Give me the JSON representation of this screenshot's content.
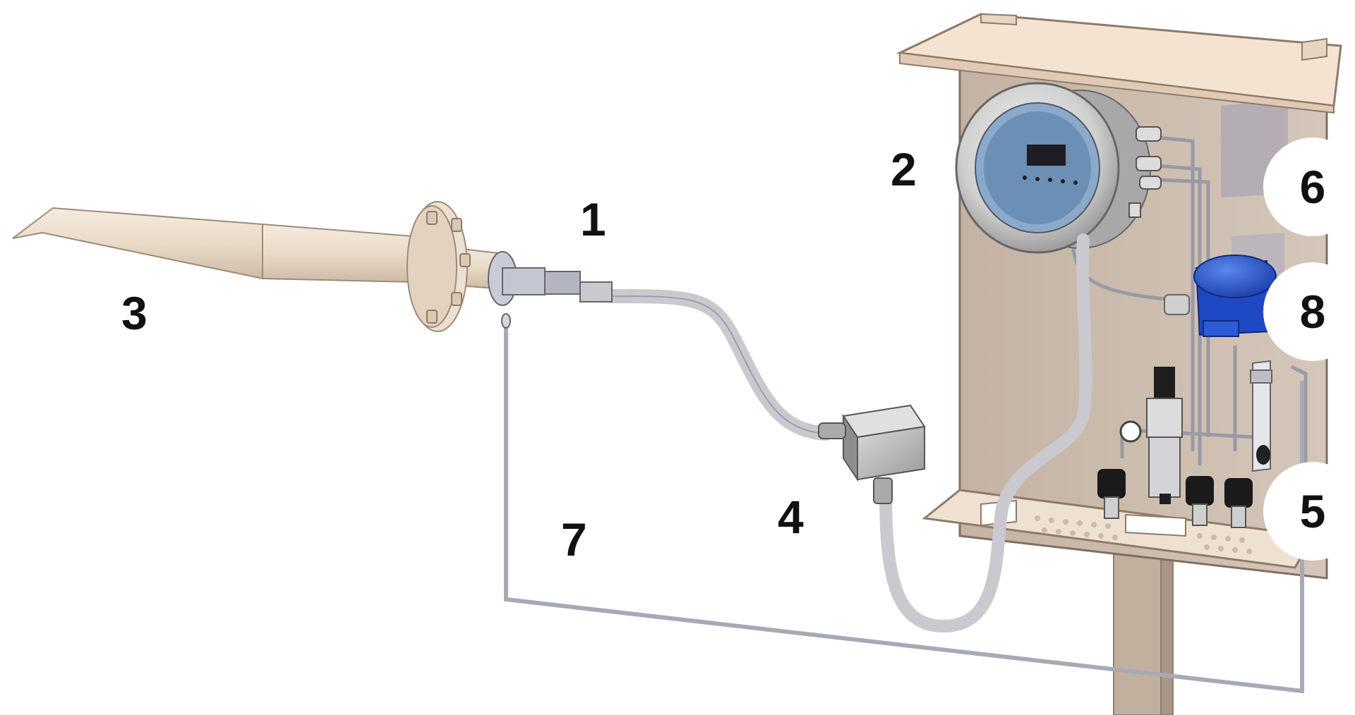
{
  "colors": {
    "background": "#ffffff",
    "probe": "#eadbc8",
    "panel": "#cfc0b2",
    "hood": "#f3dfcd",
    "display": "#6b8fb5",
    "detector": "#2b5bd6",
    "junction_box": "#b3b3b3",
    "tubing": "#b8b8c4",
    "label_text": "#111111",
    "label_circle": "#ffffff"
  },
  "labels": {
    "l1": "1",
    "l2": "2",
    "l3": "3",
    "l4": "4",
    "l5": "5",
    "l6": "6",
    "l7": "7",
    "l8": "8"
  },
  "components": {
    "probe": "probe",
    "sensor_head": "sensor-head",
    "analyzer": "analyzer-enclosure",
    "junction_box": "junction-box",
    "valves": "solenoid-valves",
    "hood": "panel-hood",
    "return_line": "return-line",
    "gas_detector": "gas-detector"
  }
}
